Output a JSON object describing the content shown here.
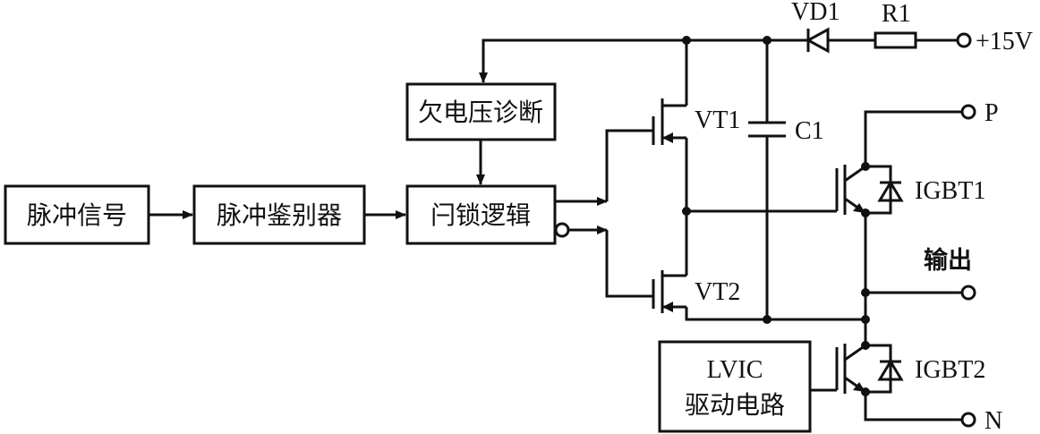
{
  "blocks": {
    "pulse_signal": "脉冲信号",
    "pulse_discriminator": "脉冲鉴别器",
    "latch_logic": "闩锁逻辑",
    "undervoltage_diag": "欠电压诊断",
    "lvic_line1": "LVIC",
    "lvic_line2": "驱动电路"
  },
  "components": {
    "vd1": "VD1",
    "r1": "R1",
    "vt1": "VT1",
    "vt2": "VT2",
    "c1": "C1",
    "igbt1": "IGBT1",
    "igbt2": "IGBT2"
  },
  "terminals": {
    "supply": "+15V",
    "p": "P",
    "output": "输出",
    "n": "N"
  }
}
